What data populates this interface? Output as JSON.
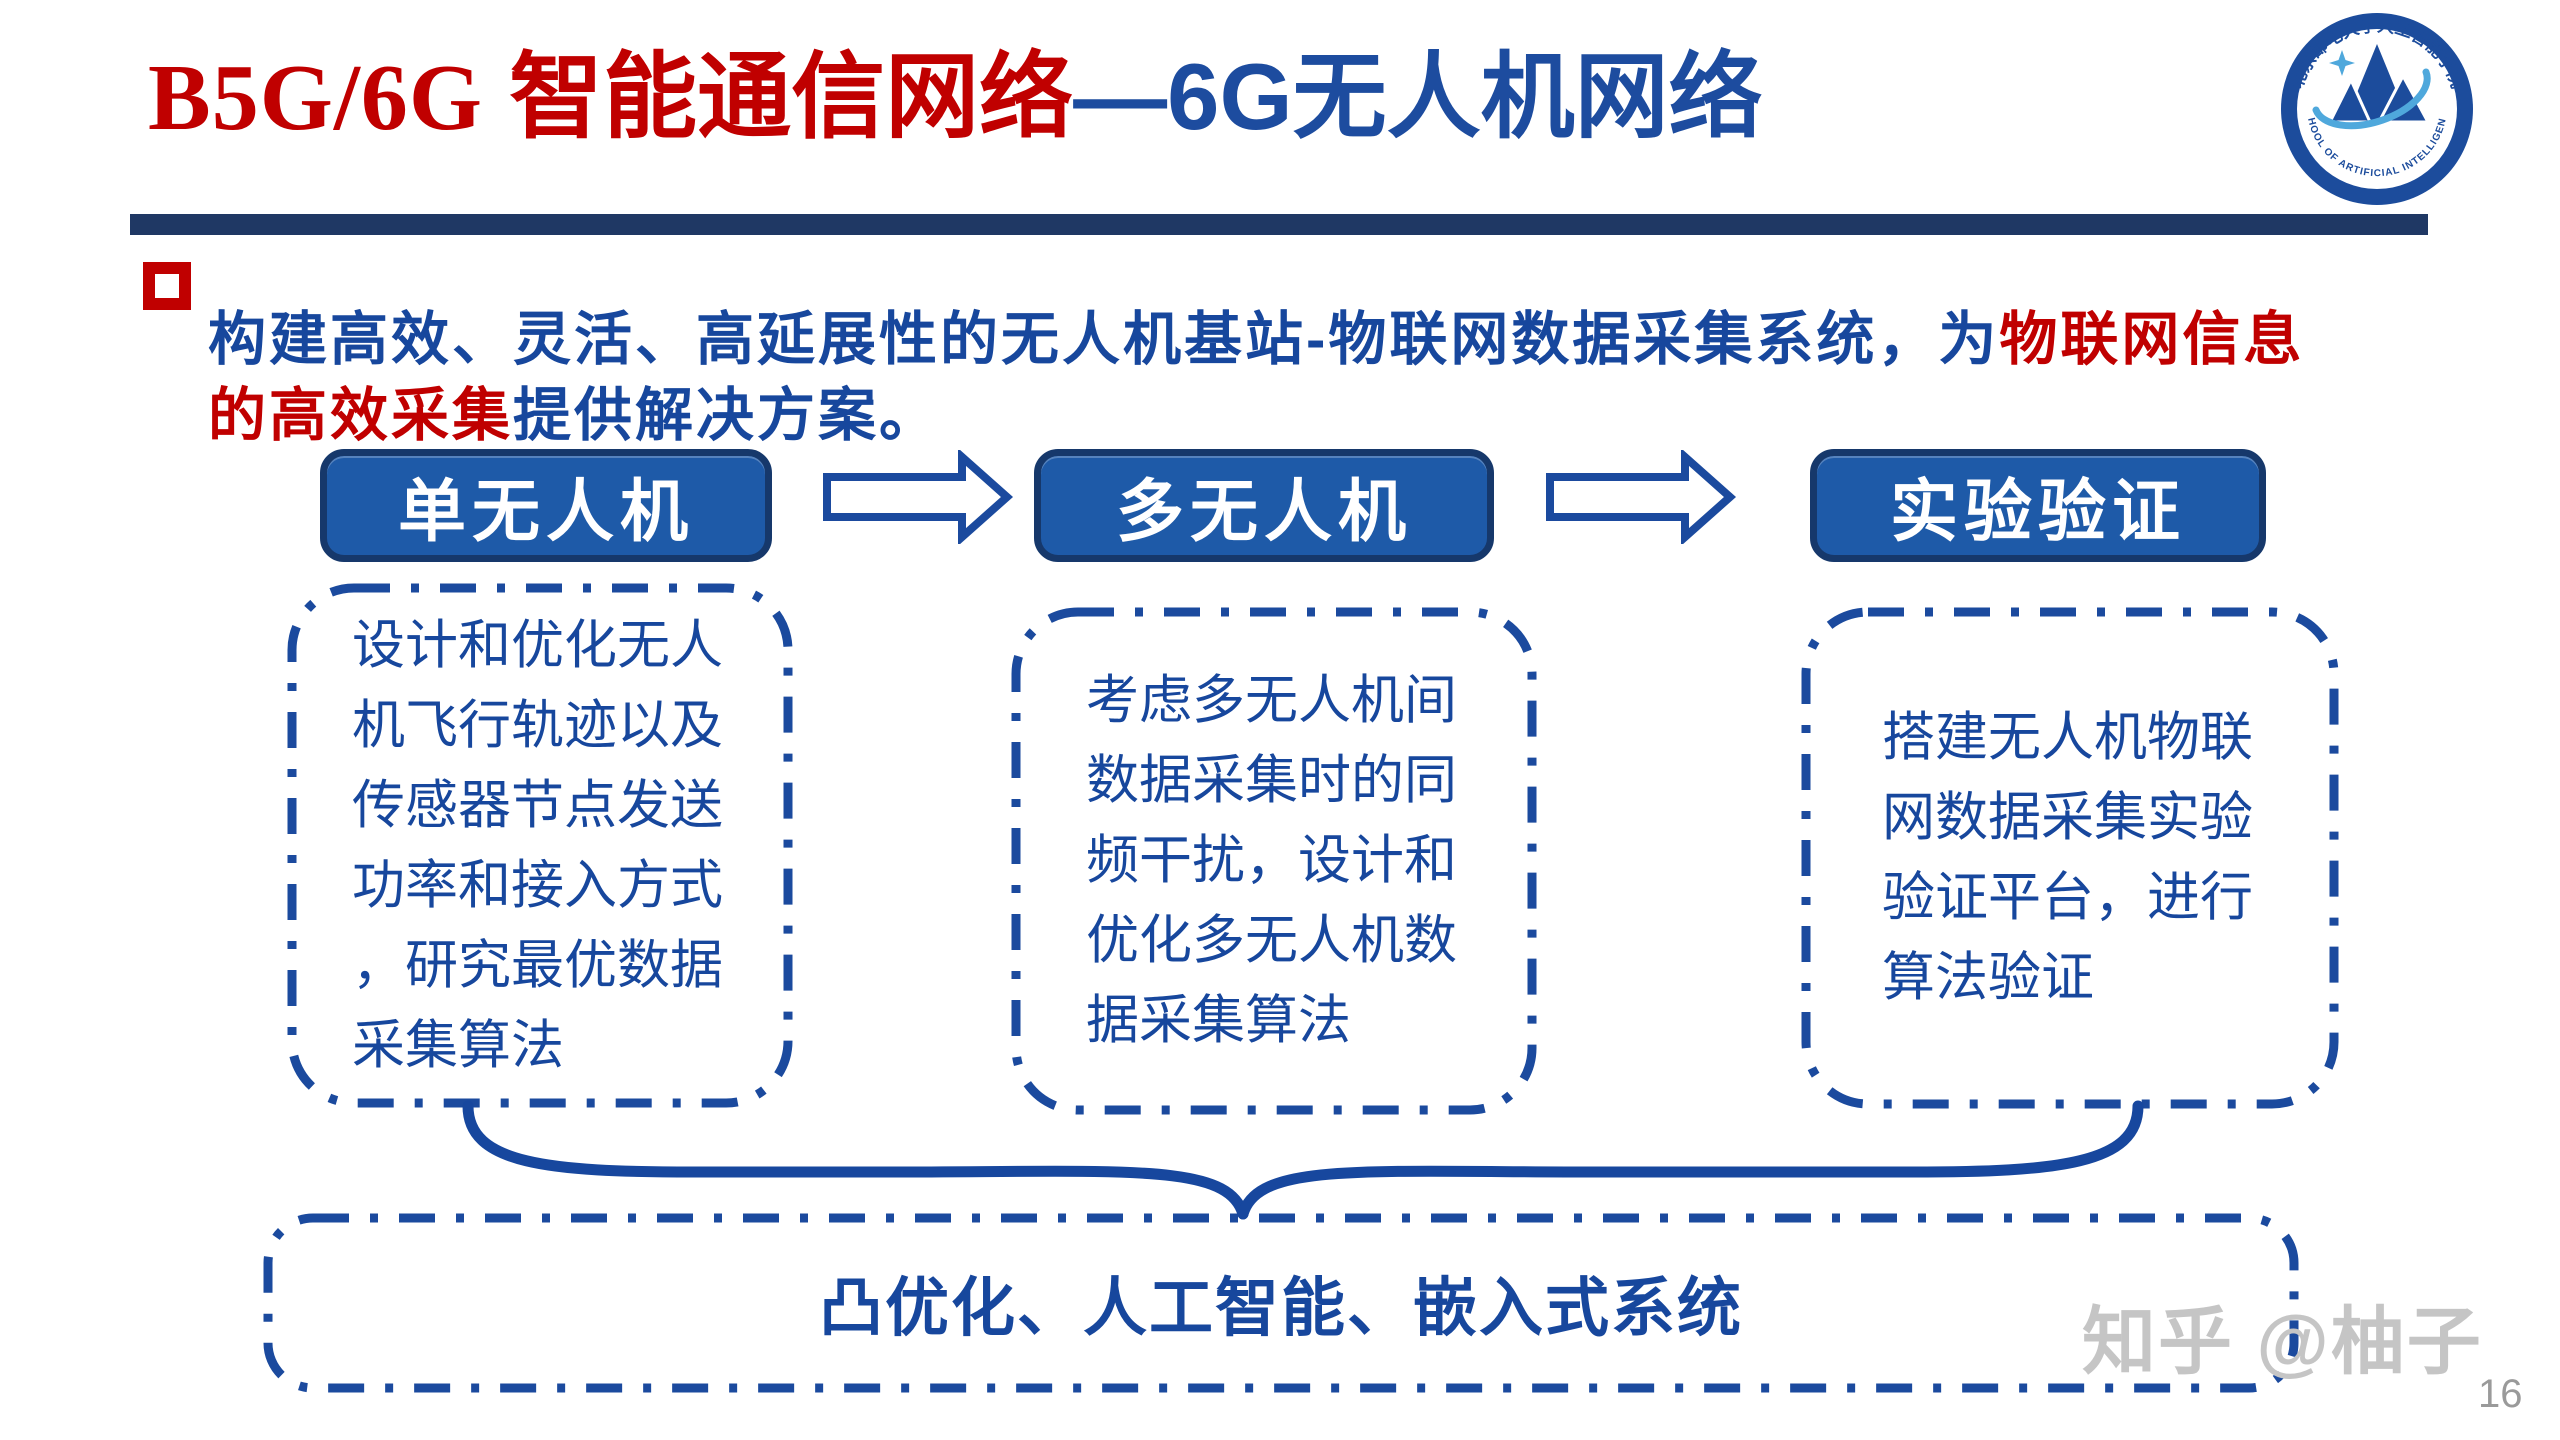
{
  "title": {
    "latin": "B5G/6G",
    "red_cn": " 智能通信网络",
    "blue": "—6G无人机网络"
  },
  "logo": {
    "cn": "北京邮电大学人工智能学院",
    "en": "SCHOOL OF ARTIFICIAL INTELLIGENCE"
  },
  "bullet": {
    "part1_blue": "构建高效、灵活、高延展性的无人机基站-物联网数据采集系统，为",
    "part2_red": "物联网信息的高效采集",
    "part3_blue": "提供解决方案。"
  },
  "flow": {
    "stages": [
      {
        "label": "单无人机",
        "detail": "设计和优化无人机飞行轨迹以及传感器节点发送功率和接入方式，研究最优数据采集算法"
      },
      {
        "label": "多无人机",
        "detail": "考虑多无人机间数据采集时的同频干扰，设计和优化多无人机数据采集算法"
      },
      {
        "label": "实验验证",
        "detail": "搭建无人机物联网数据采集实验验证平台，进行算法验证"
      }
    ],
    "foundation": "凸优化、人工智能、嵌入式系统"
  },
  "watermark": "知乎 @柚子",
  "page_number": "16",
  "colors": {
    "title_red": "#C00000",
    "title_blue": "#1D4C9F",
    "body_blue": "#17479D",
    "divider_navy": "#1F3864",
    "stage_fill": "#1E5AA8",
    "stage_border": "#16386B",
    "dash_stroke": "#1B4A9E",
    "watermark_gray": "#C5C5C5"
  }
}
